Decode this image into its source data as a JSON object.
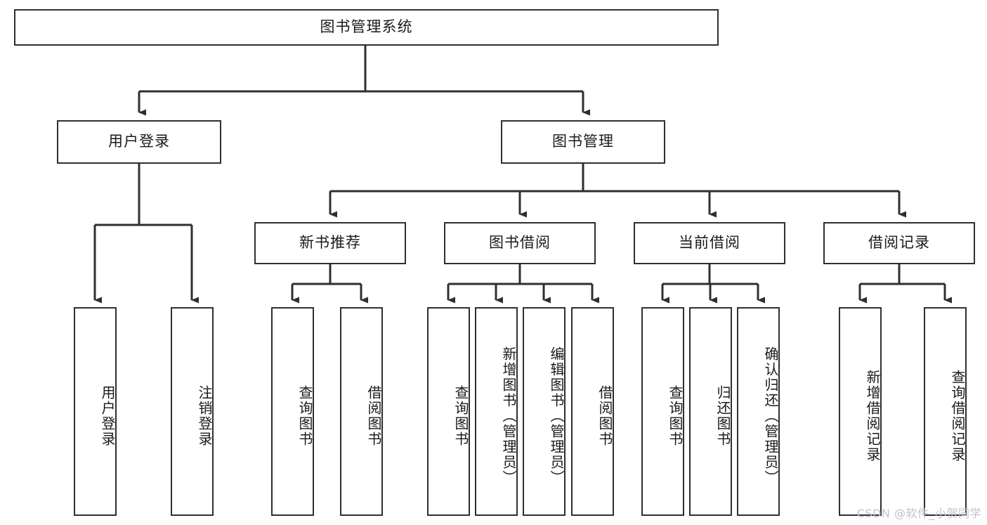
{
  "diagram": {
    "type": "tree",
    "orientation": "top-down",
    "title": "图书管理系统",
    "watermark": "CSDN @软件_小贺同学",
    "colors": {
      "node_border": "#2f2f2f",
      "node_fill": "#ffffff",
      "connector": "#2f2f2f",
      "text": "#1a1a1a",
      "watermark": "#bfc3c7",
      "background": "#ffffff"
    },
    "nodes": {
      "root": {
        "label": "图书管理系统"
      },
      "level2": [
        {
          "id": "user-login",
          "label": "用户登录"
        },
        {
          "id": "book-management",
          "label": "图书管理"
        }
      ],
      "level3": [
        {
          "id": "new-book-recommend",
          "label": "新书推荐"
        },
        {
          "id": "book-borrow",
          "label": "图书借阅"
        },
        {
          "id": "current-borrow",
          "label": "当前借阅"
        },
        {
          "id": "borrow-record",
          "label": "借阅记录"
        }
      ],
      "leaves": {
        "user-login": [
          {
            "id": "leaf-user-login",
            "label": "用户登录"
          },
          {
            "id": "leaf-logout-login",
            "label": "注销登录"
          }
        ],
        "new-book-recommend": [
          {
            "id": "leaf-query-book-1",
            "label": "查询图书"
          },
          {
            "id": "leaf-borrow-book-1",
            "label": "借阅图书"
          }
        ],
        "book-borrow": [
          {
            "id": "leaf-query-book-2",
            "label": "查询图书"
          },
          {
            "id": "leaf-add-book-admin",
            "label": "新增图书（管理员）"
          },
          {
            "id": "leaf-edit-book-admin",
            "label": "编辑图书（管理员）"
          },
          {
            "id": "leaf-borrow-book-2",
            "label": "借阅图书"
          }
        ],
        "current-borrow": [
          {
            "id": "leaf-query-book-3",
            "label": "查询图书"
          },
          {
            "id": "leaf-return-book",
            "label": "归还图书"
          },
          {
            "id": "leaf-confirm-return-admin",
            "label": "确认归还（管理员）"
          }
        ],
        "borrow-record": [
          {
            "id": "leaf-add-borrow-record",
            "label": "新增借阅记录"
          },
          {
            "id": "leaf-query-borrow-record",
            "label": "查询借阅记录"
          }
        ]
      }
    }
  }
}
